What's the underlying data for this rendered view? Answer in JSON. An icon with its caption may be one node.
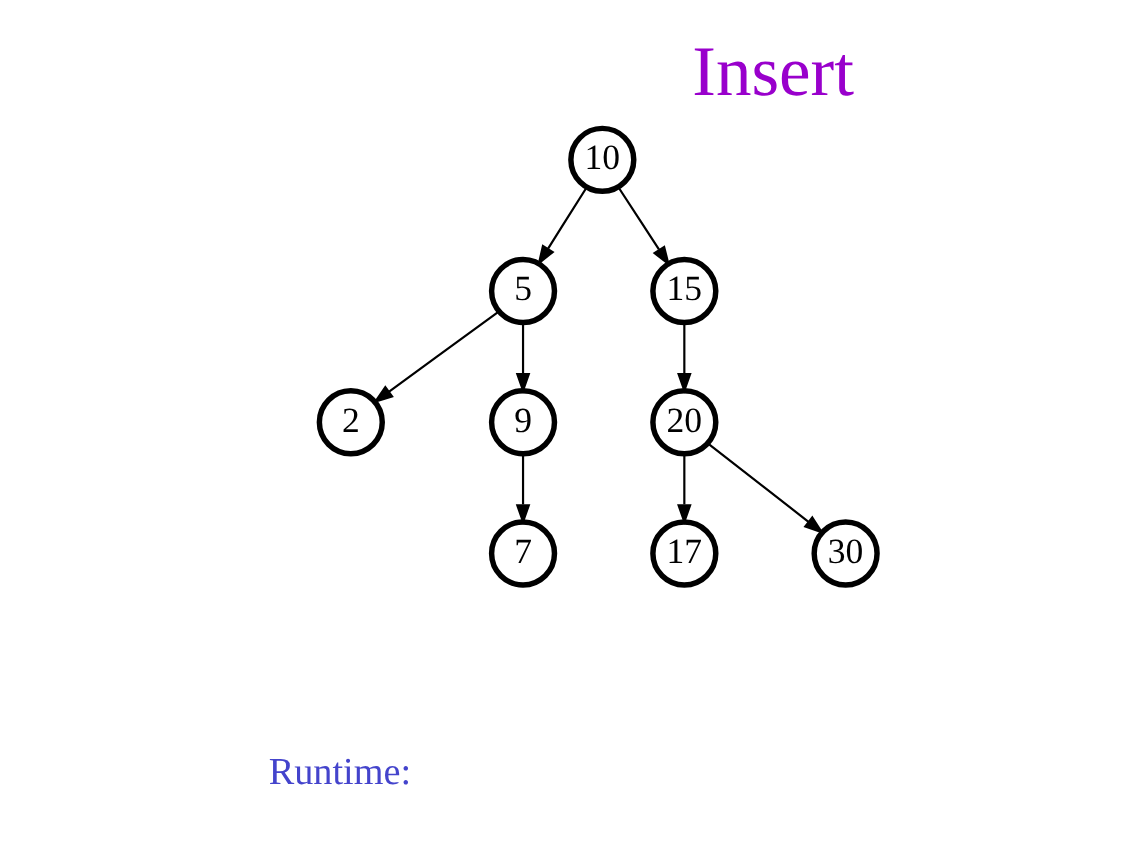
{
  "diagram": {
    "title": "Insert",
    "nodes": [
      {
        "text": [
          "10"
        ]
      },
      {
        "text": [
          "5"
        ]
      },
      {
        "text": [
          "15"
        ]
      },
      {
        "text": [
          "2"
        ]
      },
      {
        "text": [
          "9"
        ]
      },
      {
        "text": [
          "20"
        ]
      },
      {
        "text": [
          "7"
        ]
      },
      {
        "text": [
          "17"
        ]
      },
      {
        "text": [
          "30"
        ]
      }
    ],
    "edges": [
      {
        "from": 0,
        "to": 1,
        "arrow": "to"
      },
      {
        "from": 0,
        "to": 2,
        "arrow": "to"
      },
      {
        "from": 1,
        "to": 3,
        "arrow": "to"
      },
      {
        "from": 1,
        "to": 4,
        "arrow": "to"
      },
      {
        "from": 2,
        "to": 5,
        "arrow": "to"
      },
      {
        "from": 4,
        "to": 6,
        "arrow": "to"
      },
      {
        "from": 5,
        "to": 7,
        "arrow": "to"
      },
      {
        "from": 5,
        "to": 8,
        "arrow": "to"
      }
    ],
    "labels": [
      "Runtime:"
    ]
  }
}
